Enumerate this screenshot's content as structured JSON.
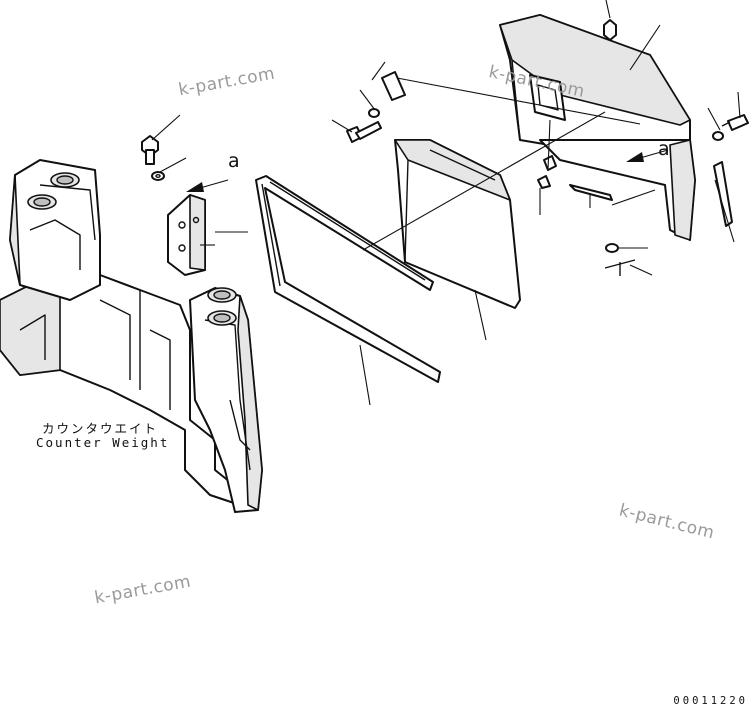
{
  "labels": {
    "counterweight_jp": "カウンタウエイト",
    "counterweight_en": "Counter Weight",
    "view_ref_left": "a",
    "view_ref_right": "a"
  },
  "watermarks": [
    "k-part.com",
    "k-part.com",
    "k-part.com",
    "k-part.com"
  ],
  "drawing_number": "00011220"
}
